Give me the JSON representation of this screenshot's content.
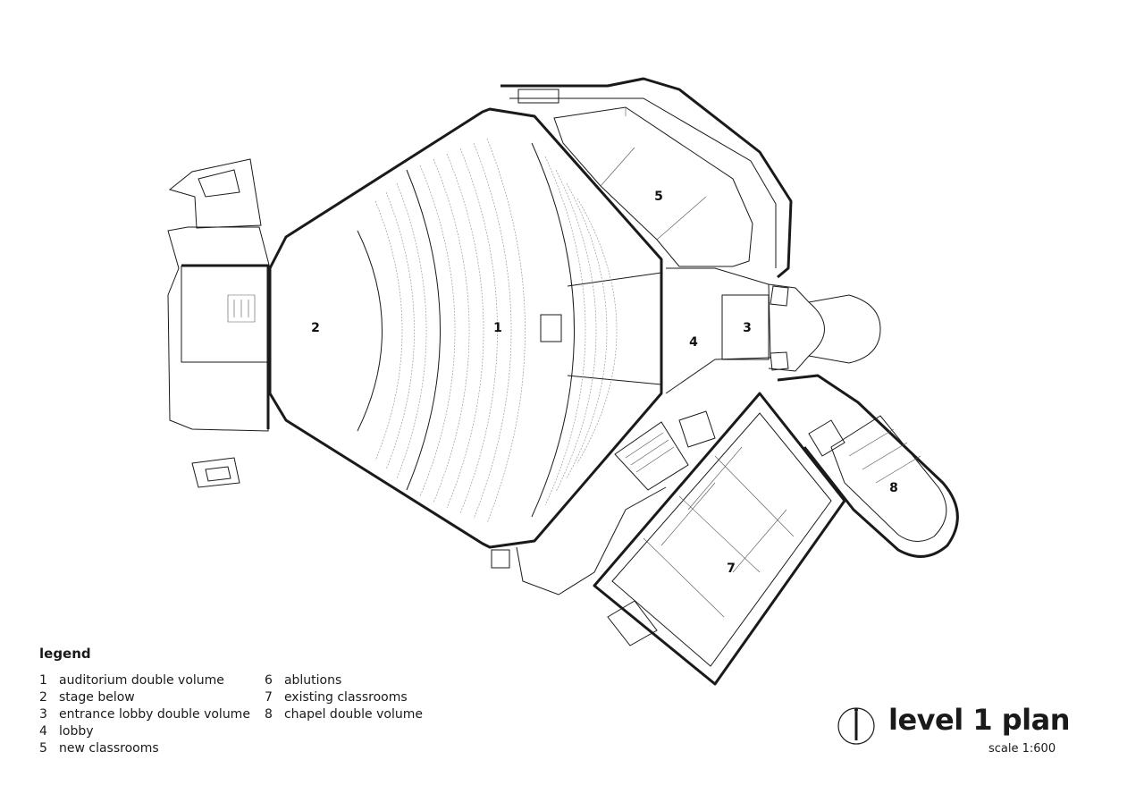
{
  "rooms": [
    {
      "id": "1",
      "label": "1"
    },
    {
      "id": "2",
      "label": "2"
    },
    {
      "id": "3",
      "label": "3"
    },
    {
      "id": "4",
      "label": "4"
    },
    {
      "id": "5",
      "label": "5"
    },
    {
      "id": "7",
      "label": "7"
    },
    {
      "id": "8",
      "label": "8"
    }
  ],
  "legend": {
    "heading": "legend",
    "items": [
      {
        "num": "1",
        "text": "auditorium double volume"
      },
      {
        "num": "2",
        "text": "stage below"
      },
      {
        "num": "3",
        "text": "entrance lobby double volume"
      },
      {
        "num": "4",
        "text": "lobby"
      },
      {
        "num": "5",
        "text": "new classrooms"
      },
      {
        "num": "6",
        "text": "ablutions"
      },
      {
        "num": "7",
        "text": "existing classrooms"
      },
      {
        "num": "8",
        "text": "chapel double volume"
      }
    ]
  },
  "title": "level 1 plan",
  "scale": "scale 1:600",
  "icons": {
    "north": "north-arrow-icon"
  }
}
